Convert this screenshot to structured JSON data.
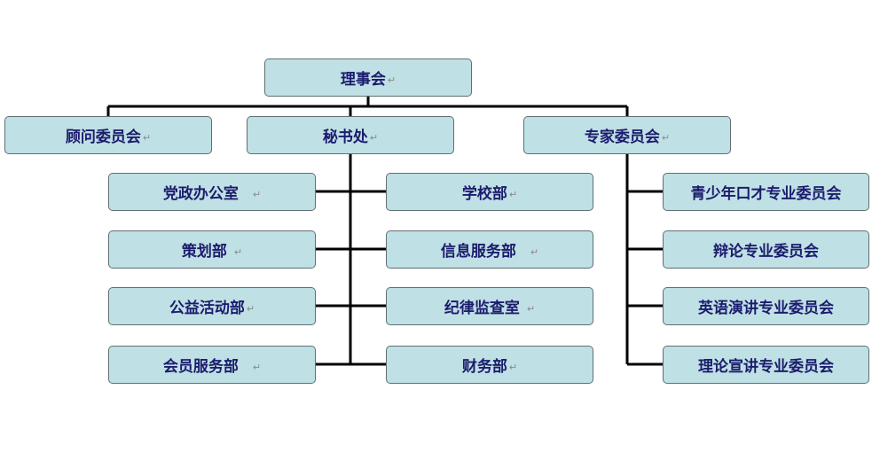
{
  "colors": {
    "box_fill": "#bfe0e4",
    "box_border": "#5f6f72",
    "text": "#1c1c6e",
    "connector": "#000000"
  },
  "paragraph_mark": "↵",
  "root": {
    "label": "理事会"
  },
  "level1": [
    {
      "label": "顾问委员会"
    },
    {
      "label": "秘书处"
    },
    {
      "label": "专家委员会"
    }
  ],
  "secretariat_left": [
    {
      "label": "党政办公室"
    },
    {
      "label": "策划部"
    },
    {
      "label": "公益活动部"
    },
    {
      "label": "会员服务部"
    }
  ],
  "secretariat_right": [
    {
      "label": "学校部"
    },
    {
      "label": "信息服务部"
    },
    {
      "label": "纪律监查室"
    },
    {
      "label": "财务部"
    }
  ],
  "expert_committees": [
    {
      "label": "青少年口才专业委员会"
    },
    {
      "label": "辩论专业委员会"
    },
    {
      "label": "英语演讲专业委员会"
    },
    {
      "label": "理论宣讲专业委员会"
    }
  ]
}
